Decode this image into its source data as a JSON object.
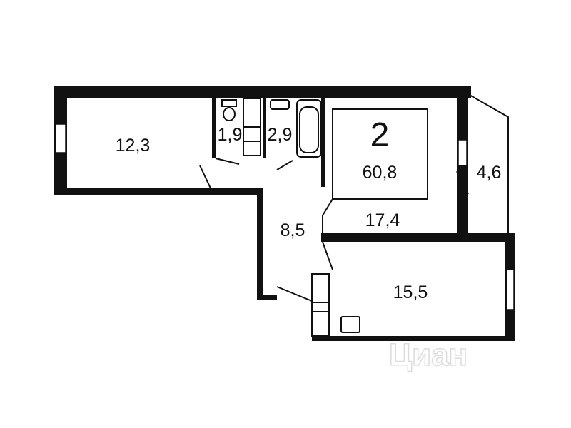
{
  "plan": {
    "room_count": "2",
    "total_area": "60,8",
    "rooms": [
      {
        "id": "room-left",
        "area": "12,3"
      },
      {
        "id": "toilet",
        "area": "1,9"
      },
      {
        "id": "bathroom",
        "area": "2,9"
      },
      {
        "id": "balcony",
        "area": "4,6"
      },
      {
        "id": "hallway",
        "area": "8,5"
      },
      {
        "id": "room-center",
        "area": "17,4"
      },
      {
        "id": "kitchen",
        "area": "15,5"
      }
    ]
  },
  "watermark": "Циан",
  "colors": {
    "wall": "#111111",
    "line": "#111111",
    "background": "#ffffff",
    "watermark": "#e6e6e6"
  }
}
